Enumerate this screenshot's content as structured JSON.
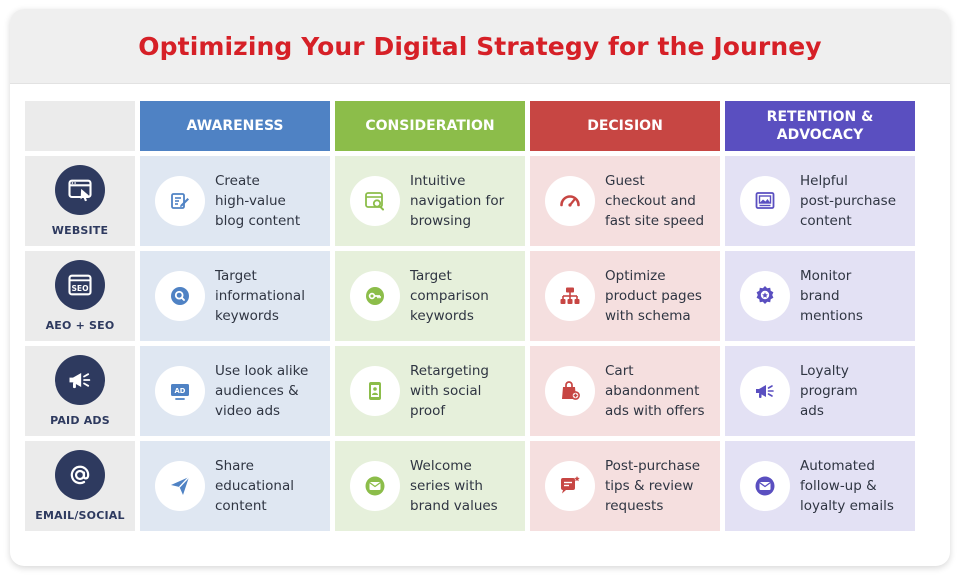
{
  "title": "Optimizing Your Digital Strategy for the Journey",
  "colors": {
    "title": "#d62027",
    "stages": [
      "#4f82c4",
      "#8cbd4a",
      "#c74643",
      "#5a4fc0"
    ],
    "cell_bg": [
      "#dfe7f2",
      "#e6f0db",
      "#f5dfdf",
      "#e3e1f4"
    ],
    "row_icon": "#2e3a5f"
  },
  "stages": [
    {
      "label": "AWARENESS"
    },
    {
      "label": "CONSIDERATION"
    },
    {
      "label": "DECISION"
    },
    {
      "label": "RETENTION & ADVOCACY"
    }
  ],
  "channels": [
    {
      "label": "WEBSITE",
      "icon": "browser-cursor-icon",
      "cells": [
        {
          "text": "Create\nhigh-value\nblog content",
          "icon": "blog-edit-icon"
        },
        {
          "text": "Intuitive\nnavigation for\nbrowsing",
          "icon": "window-search-icon"
        },
        {
          "text": "Guest\ncheckout and\nfast site speed",
          "icon": "speedometer-icon"
        },
        {
          "text": "Helpful\npost-purchase\ncontent",
          "icon": "image-content-icon"
        }
      ]
    },
    {
      "label": "AEO + SEO",
      "icon": "seo-window-icon",
      "cells": [
        {
          "text": "Target\ninformational\nkeywords",
          "icon": "search-icon"
        },
        {
          "text": "Target\ncomparison\nkeywords",
          "icon": "key-icon"
        },
        {
          "text": "Optimize\nproduct pages\nwith schema",
          "icon": "sitemap-icon"
        },
        {
          "text": "Monitor\nbrand\nmentions",
          "icon": "award-badge-icon"
        }
      ]
    },
    {
      "label": "PAID ADS",
      "icon": "megaphone-icon",
      "cells": [
        {
          "text": "Use look alike\naudiences &\nvideo ads",
          "icon": "ad-screen-icon"
        },
        {
          "text": "Retargeting\nwith social\nproof",
          "icon": "phone-profile-icon"
        },
        {
          "text": "Cart\nabandonment\nads with offers",
          "icon": "shopping-bag-icon"
        },
        {
          "text": "Loyalty\nprogram\nads",
          "icon": "megaphone-icon"
        }
      ]
    },
    {
      "label": "EMAIL/SOCIAL",
      "icon": "at-sign-icon",
      "cells": [
        {
          "text": "Share\neducational\ncontent",
          "icon": "send-icon"
        },
        {
          "text": "Welcome\nseries with\nbrand values",
          "icon": "envelope-icon"
        },
        {
          "text": "Post-purchase\ntips & review\nrequests",
          "icon": "chat-star-icon"
        },
        {
          "text": "Automated\nfollow-up &\nloyalty emails",
          "icon": "envelope-icon"
        }
      ]
    }
  ]
}
